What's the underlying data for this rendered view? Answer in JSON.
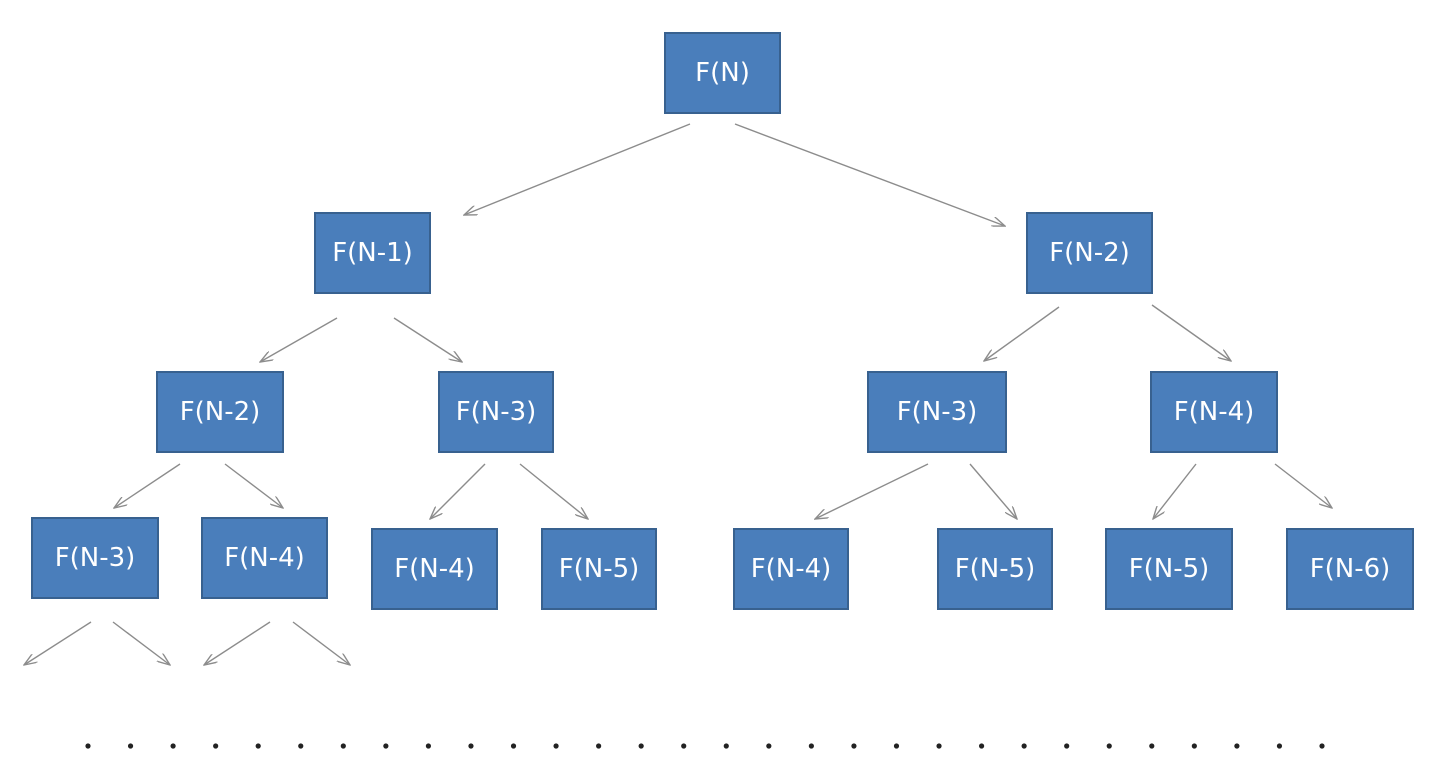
{
  "nodes": [
    {
      "id": "root",
      "label": "F(N)"
    },
    {
      "id": "l1",
      "label": "F(N-1)"
    },
    {
      "id": "r1",
      "label": "F(N-2)"
    },
    {
      "id": "l1l",
      "label": "F(N-2)"
    },
    {
      "id": "l1r",
      "label": "F(N-3)"
    },
    {
      "id": "r1l",
      "label": "F(N-3)"
    },
    {
      "id": "r1r",
      "label": "F(N-4)"
    },
    {
      "id": "l1ll",
      "label": "F(N-3)"
    },
    {
      "id": "l1lr",
      "label": "F(N-4)"
    },
    {
      "id": "l1rl",
      "label": "F(N-4)"
    },
    {
      "id": "l1rr",
      "label": "F(N-5)"
    },
    {
      "id": "r1ll",
      "label": "F(N-4)"
    },
    {
      "id": "r1lr",
      "label": "F(N-5)"
    },
    {
      "id": "r1rl",
      "label": "F(N-5)"
    },
    {
      "id": "r1rr",
      "label": "F(N-6)"
    }
  ],
  "edges": [
    [
      "root",
      "l1"
    ],
    [
      "root",
      "r1"
    ],
    [
      "l1",
      "l1l"
    ],
    [
      "l1",
      "l1r"
    ],
    [
      "r1",
      "r1l"
    ],
    [
      "r1",
      "r1r"
    ],
    [
      "l1l",
      "l1ll"
    ],
    [
      "l1l",
      "l1lr"
    ],
    [
      "l1r",
      "l1rl"
    ],
    [
      "l1r",
      "l1rr"
    ],
    [
      "r1l",
      "r1ll"
    ],
    [
      "r1l",
      "r1lr"
    ],
    [
      "r1r",
      "r1rl"
    ],
    [
      "r1r",
      "r1rr"
    ],
    [
      "l1ll",
      null
    ],
    [
      "l1ll",
      null
    ],
    [
      "l1lr",
      null
    ],
    [
      "l1lr",
      null
    ]
  ],
  "continuation": "..............................",
  "colors": {
    "node_fill": "#4a7ebb",
    "node_border": "#38618f",
    "node_text": "#ffffff",
    "edge": "#8c8c8c"
  }
}
